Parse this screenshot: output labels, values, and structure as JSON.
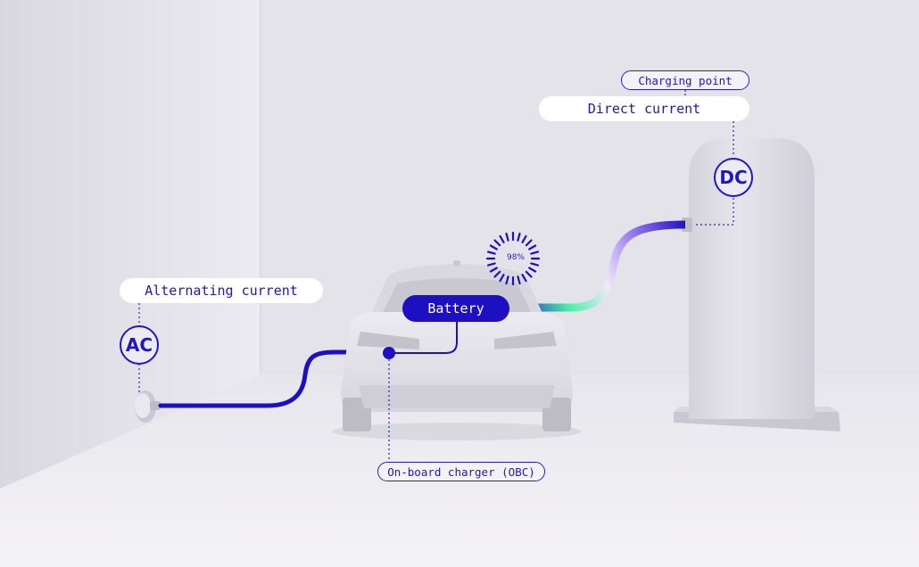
{
  "labels": {
    "charging_point": "Charging point",
    "direct_current": "Direct current",
    "alternating_current": "Alternating current",
    "battery": "Battery",
    "obc": "On-board charger (OBC)"
  },
  "badges": {
    "dc": "DC",
    "ac": "AC"
  },
  "battery_level": {
    "text": "98%",
    "value": 0.98
  },
  "colors": {
    "accent": "#1d10c2",
    "background": "#e4e3ea",
    "gradient": [
      "#1d10c2",
      "#e8dcf8",
      "#4ff0a8",
      "#1d10c2"
    ]
  },
  "icons": [
    "wall-socket-icon",
    "charging-station-icon",
    "car-icon",
    "battery-level-spinner-icon"
  ]
}
